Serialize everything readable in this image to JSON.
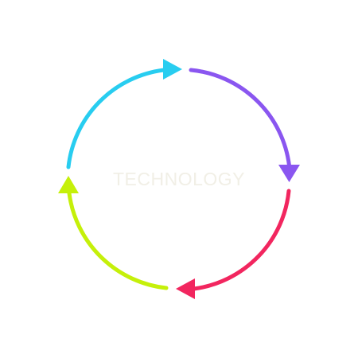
{
  "diagram": {
    "center_label": "TECHNOLOGY",
    "center_label_color": "#f1efe6",
    "segments": [
      {
        "name": "top-right-segment",
        "color": "#8a56f0",
        "arrow": "down-arrowhead"
      },
      {
        "name": "bottom-right-segment",
        "color": "#f2265f",
        "arrow": "left-arrowhead"
      },
      {
        "name": "bottom-left-segment",
        "color": "#c5f00a",
        "arrow": "up-arrowhead"
      },
      {
        "name": "top-left-segment",
        "color": "#28cdf0",
        "arrow": "right-arrowhead"
      }
    ]
  }
}
